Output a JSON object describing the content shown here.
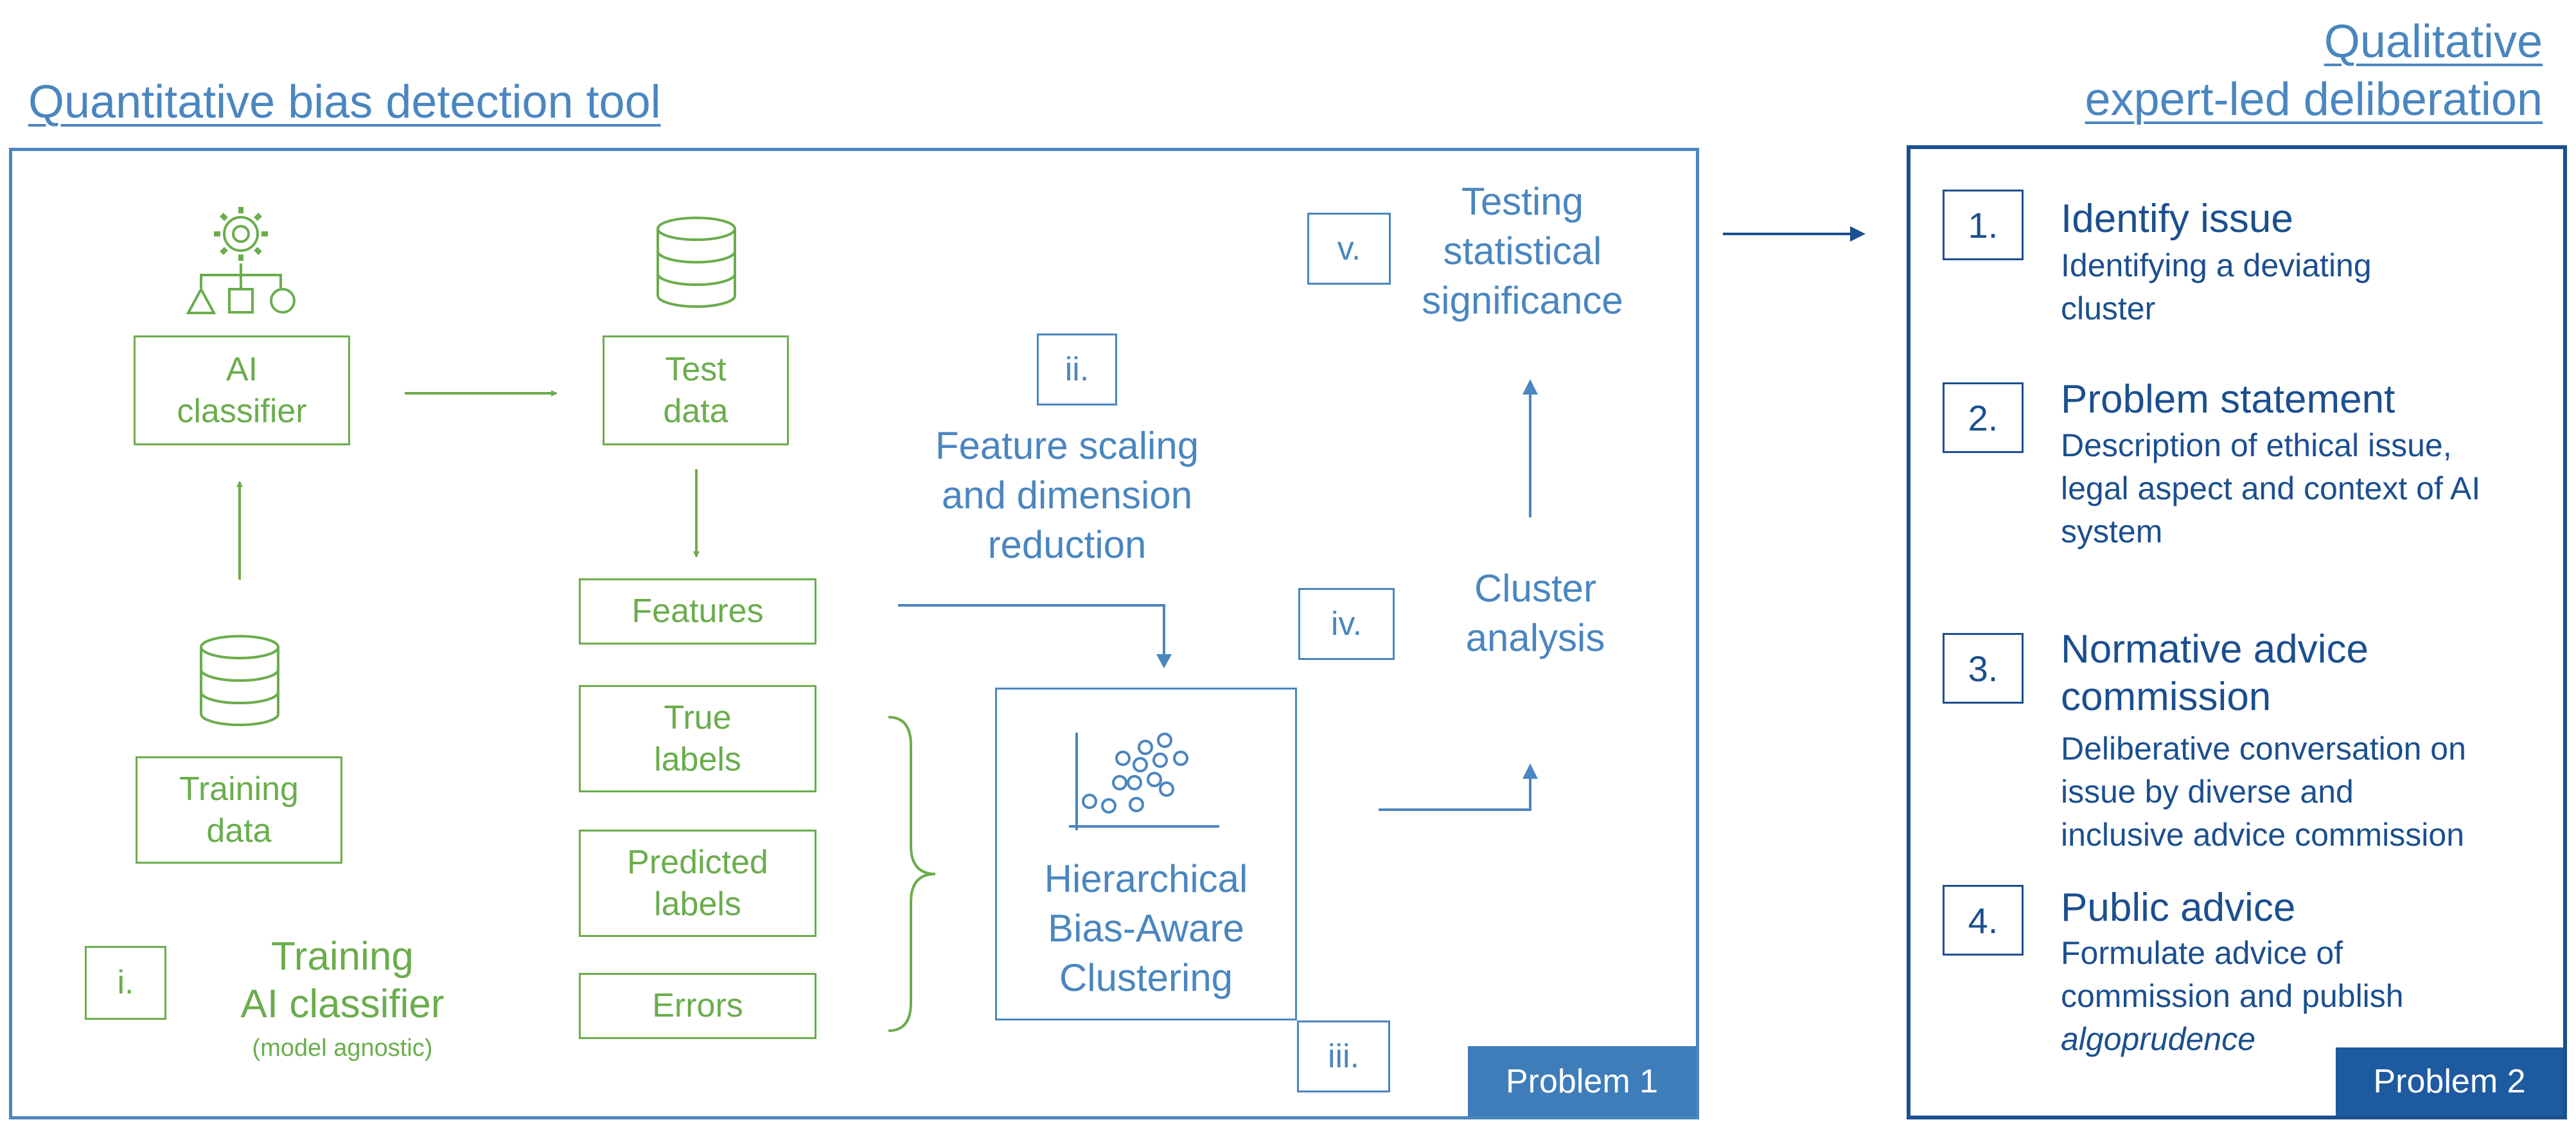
{
  "headings": {
    "left": "Quantitative bias detection tool",
    "right": "Qualitative\nexpert-led deliberation"
  },
  "left_panel": {
    "ai_classifier": "AI\nclassifier",
    "test_data": "Test\ndata",
    "training_data": "Training\ndata",
    "features": "Features",
    "true_labels": "True\nlabels",
    "predicted_labels": "Predicted\nlabels",
    "errors": "Errors",
    "step_i": "i.",
    "training_caption": "Training\nAI classifier",
    "model_agnostic": "(model agnostic)",
    "step_ii": "ii.",
    "feature_scaling": "Feature scaling\nand dimension\nreduction",
    "clustering": "Hierarchical\nBias-Aware\nClustering",
    "step_iii": "iii.",
    "step_iv": "iv.",
    "cluster_analysis": "Cluster\nanalysis",
    "step_v": "v.",
    "testing": "Testing\nstatistical\nsignificance",
    "problem_tag": "Problem 1"
  },
  "right_panel": {
    "steps": [
      {
        "number": "1.",
        "title": "Identify issue",
        "desc": "Identifying a deviating\ncluster"
      },
      {
        "number": "2.",
        "title": "Problem statement",
        "desc": "Description of ethical issue,\nlegal aspect and context of AI\nsystem"
      },
      {
        "number": "3.",
        "title": "Normative advice\ncommission",
        "desc": "Deliberative conversation on\nissue by diverse and\ninclusive advice commission"
      },
      {
        "number": "4.",
        "title": "Public advice",
        "desc": "Formulate advice of\ncommission and publish",
        "desc_italic": "algoprudence"
      }
    ],
    "problem_tag": "Problem 2"
  },
  "colors": {
    "green": "#6aad4c",
    "light_blue": "#4a86c0",
    "navy": "#1b4f8f",
    "tag_blue": "#3f7dba"
  },
  "icons": [
    "gear-flowchart-icon",
    "database-icon",
    "scatter-plot-icon",
    "arrow-icon",
    "curly-brace-icon"
  ]
}
